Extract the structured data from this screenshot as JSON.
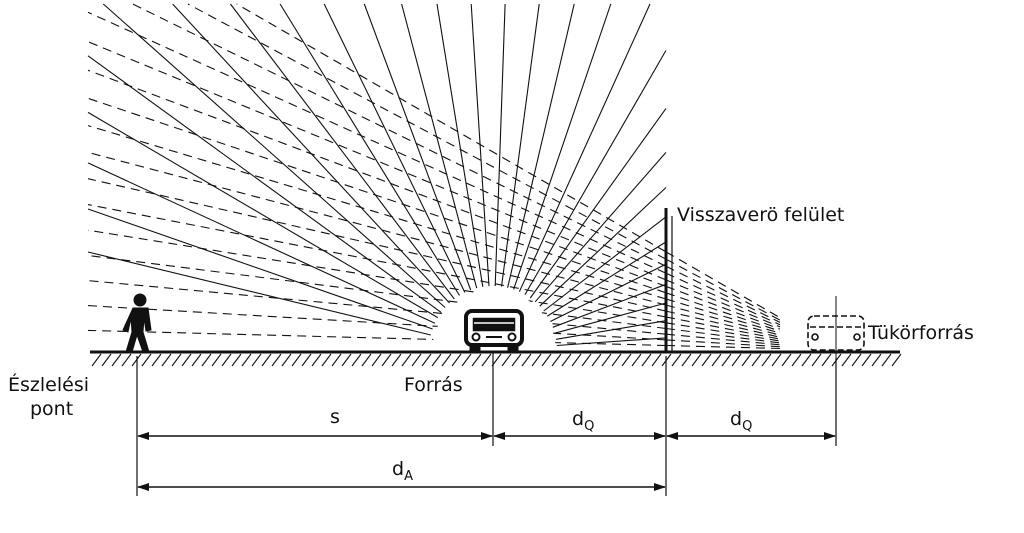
{
  "labels": {
    "reflecting_surface": "Visszaverö felület",
    "mirror_source": "Tükörforrás",
    "observation_line1": "Észlelési",
    "observation_line2": "pont",
    "source": "Forrás",
    "s": "s",
    "dQ_main": "d",
    "dQ_sub": "Q",
    "dA_main": "d",
    "dA_sub": "A"
  },
  "colors": {
    "ink": "#111111",
    "background": "#ffffff"
  }
}
